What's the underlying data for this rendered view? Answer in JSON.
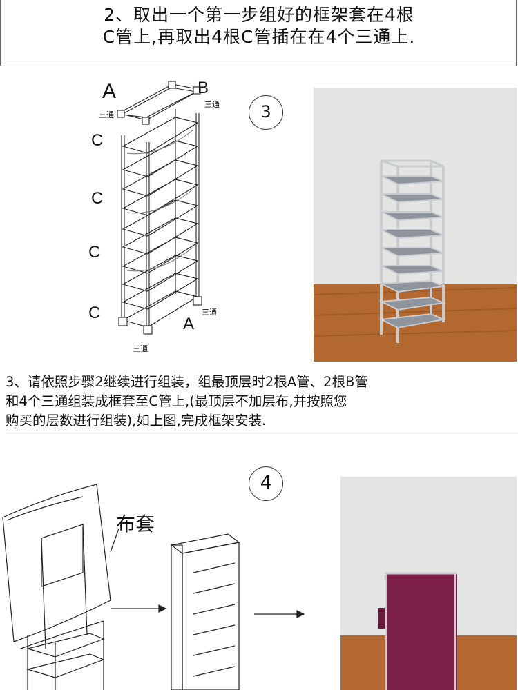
{
  "step2": {
    "line1": "2、取出一个第一步组好的框架套在4根",
    "line2": "C管上,再取出4根C管插在在4个三通上."
  },
  "step3": {
    "number": "3",
    "labels": {
      "A_top": "A",
      "B_top": "B",
      "A_bottom": "A",
      "C": "C",
      "tee": "三通"
    },
    "text": "3、请依照步骤2继续进行组装，组最顶层时2根A管、2根B管\n和4个三通组装成框套至C管上,(最顶层不加层布,并按照您\n购买的层数进行组装),如上图,完成框架安装."
  },
  "step4": {
    "number": "4",
    "cloth_label": "布套"
  },
  "colors": {
    "wall": "#e4e4e2",
    "floor": "#b2682f",
    "rack_frame": "#c9ccd0",
    "shelf": "#8f959c",
    "cover": "#7d2048"
  }
}
